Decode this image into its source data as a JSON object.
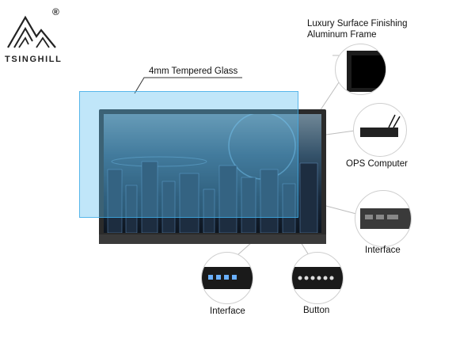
{
  "brand": {
    "name": "TSINGHILL",
    "registered": "®"
  },
  "callouts": {
    "frame": {
      "line1": "Luxury Surface Finishing",
      "line2": "Aluminum Frame"
    },
    "glass": "4mm Tempered Glass",
    "ops": "OPS Computer",
    "interface_side": "Interface",
    "interface_bottom": "Interface",
    "button": "Button"
  },
  "icons": [
    "mountain-logo-icon"
  ]
}
